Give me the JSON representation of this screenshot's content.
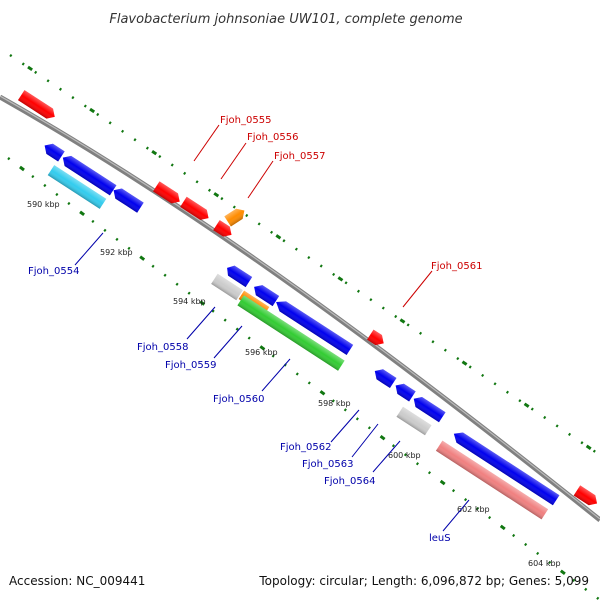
{
  "title": "Flavobacterium johnsoniae UW101, complete genome",
  "footer": {
    "accession": "Accession: NC_009441",
    "summary": "Topology: circular; Length: 6,096,872 bp; Genes: 5,099"
  },
  "colors": {
    "forward_gene": "#ff0000",
    "reverse_gene": "#0000ee",
    "forward_label": "#cc0000",
    "reverse_label": "#0000aa",
    "backbone": "#888888",
    "dots": "#117711",
    "orange": "#ff8c00",
    "cyan": "#33ccee",
    "green": "#33cc33",
    "grey": "#cccccc",
    "pink": "#f08080"
  },
  "ticks": [
    "590 kbp",
    "592 kbp",
    "594 kbp",
    "596 kbp",
    "598 kbp",
    "600 kbp",
    "602 kbp",
    "604 kbp"
  ],
  "labels": {
    "fjoh_0555": "Fjoh_0555",
    "fjoh_0556": "Fjoh_0556",
    "fjoh_0557": "Fjoh_0557",
    "fjoh_0561": "Fjoh_0561",
    "fjoh_0554": "Fjoh_0554",
    "fjoh_0558": "Fjoh_0558",
    "fjoh_0559": "Fjoh_0559",
    "fjoh_0560": "Fjoh_0560",
    "fjoh_0562": "Fjoh_0562",
    "fjoh_0563": "Fjoh_0563",
    "fjoh_0564": "Fjoh_0564",
    "leuS": "leuS"
  }
}
